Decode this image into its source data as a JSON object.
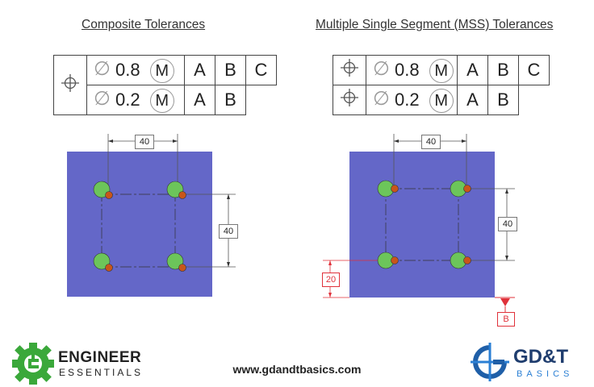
{
  "left": {
    "title": "Composite Tolerances",
    "fcf": {
      "row1": {
        "value": "0.8",
        "modifier": "M",
        "datums": [
          "A",
          "B",
          "C"
        ]
      },
      "row2": {
        "value": "0.2",
        "modifier": "M",
        "datums": [
          "A",
          "B"
        ]
      }
    },
    "dim_top": "40",
    "dim_right": "40"
  },
  "right": {
    "title": "Multiple Single Segment (MSS) Tolerances",
    "fcf": {
      "row1": {
        "value": "0.8",
        "modifier": "M",
        "datums": [
          "A",
          "B",
          "C"
        ]
      },
      "row2": {
        "value": "0.2",
        "modifier": "M",
        "datums": [
          "A",
          "B"
        ]
      }
    },
    "dim_top": "40",
    "dim_right": "40",
    "dim_bottom": "20",
    "datum_label": "B"
  },
  "symbols": {
    "position": "position-icon",
    "diameter": "∅"
  },
  "colors": {
    "plate": "#6467c8",
    "hole": "#6cc55a",
    "offset_hole": "#c8561a",
    "datum_red": "#e0313a",
    "logo_green": "#3aa83a",
    "logo_blue": "#2a7fd4"
  },
  "footer": {
    "url": "www.gdandtbasics.com",
    "left_logo": {
      "line1": "ENGINEER",
      "line2": "ESSENTIALS"
    },
    "right_logo": {
      "line1": "GD&T",
      "line2": "BASICS"
    }
  }
}
